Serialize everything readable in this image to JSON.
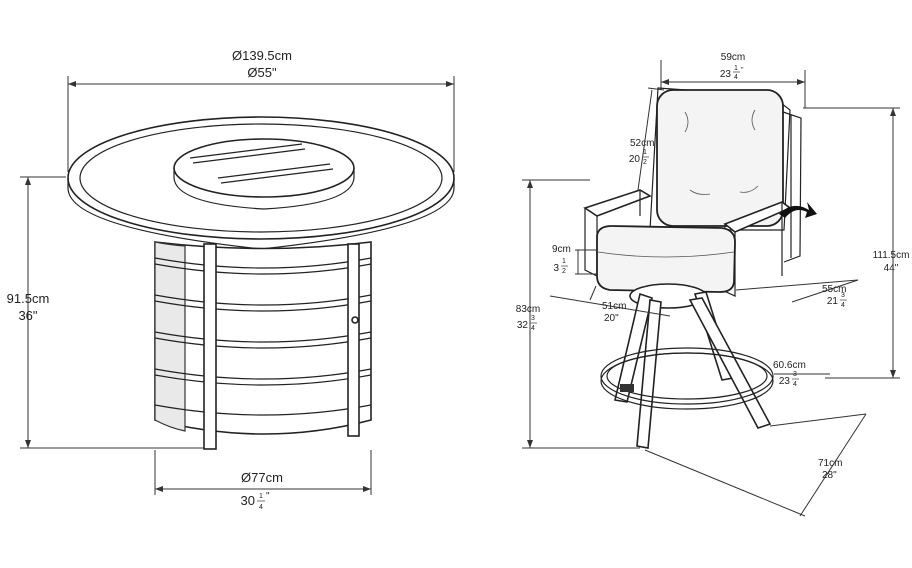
{
  "table": {
    "top_diameter_cm": "Ø139.5cm",
    "top_diameter_in": "Ø55\"",
    "height_cm": "91.5cm",
    "height_in": "36\"",
    "base_diameter_cm": "Ø77cm",
    "base_diameter_in_whole": "30",
    "base_diameter_in_frac_num": "1",
    "base_diameter_in_frac_den": "4",
    "base_diameter_in_mark": "\""
  },
  "chair": {
    "width_cm": "59cm",
    "width_in_whole": "23",
    "width_in_num": "1",
    "width_in_den": "4",
    "back_height_cm": "52cm",
    "back_height_in_whole": "20",
    "back_height_in_num": "1",
    "back_height_in_den": "2",
    "seat_thickness_cm": "9cm",
    "seat_thickness_in_whole": "3",
    "seat_thickness_in_num": "1",
    "seat_thickness_in_den": "2",
    "total_height_cm": "111.5cm",
    "total_height_in": "44\"",
    "seat_depth_cm": "55cm",
    "seat_depth_in_whole": "21",
    "seat_depth_in_num": "3",
    "seat_depth_in_den": "4",
    "seat_width_cm": "51cm",
    "seat_width_in": "20\"",
    "seat_height_cm": "83cm",
    "seat_height_in_whole": "32",
    "seat_height_in_num": "3",
    "seat_height_in_den": "4",
    "footrest_height_cm": "60.6cm",
    "footrest_height_in_whole": "23",
    "footrest_height_in_num": "3",
    "footrest_height_in_den": "4",
    "base_depth_cm": "71cm",
    "base_depth_in": "28\""
  }
}
